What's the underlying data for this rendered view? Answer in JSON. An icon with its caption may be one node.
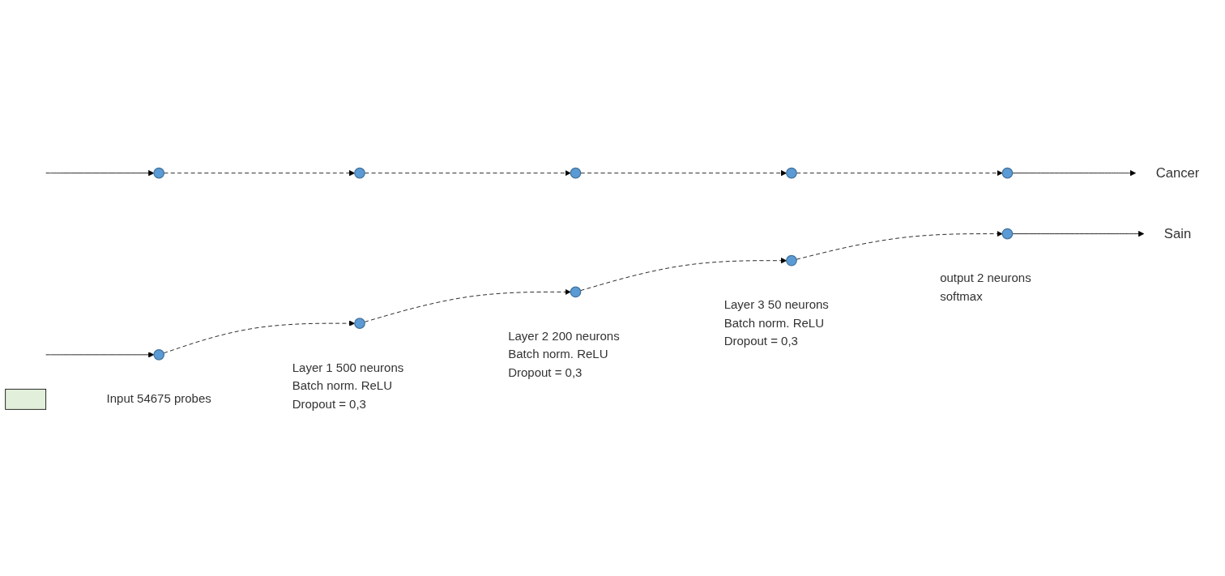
{
  "diagram": {
    "nodes": [
      {
        "text": [],
        "shape": "bar"
      },
      {
        "text": [],
        "shape": "circle"
      },
      {
        "text": [],
        "shape": "circle",
        "beside": [
          "Input 54675 probes"
        ]
      },
      {
        "text": [],
        "shape": "circle"
      },
      {
        "text": [],
        "shape": "circle",
        "beside": [
          "Layer 1 500 neurons Batch norm. ReLU Dropout = 0,3"
        ]
      },
      {
        "text": [],
        "shape": "circle"
      },
      {
        "text": [],
        "shape": "circle",
        "beside": [
          "Layer 2 200 neurons Batch norm. ReLU Dropout = 0,3"
        ]
      },
      {
        "text": [],
        "shape": "circle"
      },
      {
        "text": [],
        "shape": "circle",
        "beside": [
          "Layer 3 50 neurons Batch norm. ReLU Dropout = 0,3"
        ]
      },
      {
        "text": [],
        "shape": "circle"
      },
      {
        "text": [],
        "shape": "circle",
        "beside": [
          "output 2 neurons softmax"
        ]
      },
      {
        "text": [
          "Cancer"
        ]
      },
      {
        "text": [
          "Sain"
        ]
      }
    ],
    "edges": [
      {
        "from": null,
        "to": 1,
        "arrow": "to"
      },
      {
        "from": null,
        "to": 2,
        "arrow": "to"
      },
      {
        "from": 1,
        "to": 3,
        "arrow": "to",
        "style": "dashed"
      },
      {
        "from": 2,
        "to": 4,
        "arrow": "to",
        "style": "dashed"
      },
      {
        "from": 3,
        "to": 5,
        "arrow": "to",
        "style": "dashed"
      },
      {
        "from": 4,
        "to": 6,
        "arrow": "to",
        "style": "dashed"
      },
      {
        "from": 5,
        "to": 7,
        "arrow": "to",
        "style": "dashed"
      },
      {
        "from": 6,
        "to": 8,
        "arrow": "to",
        "style": "dashed"
      },
      {
        "from": 7,
        "to": 9,
        "arrow": "to",
        "style": "dashed"
      },
      {
        "from": 8,
        "to": 10,
        "arrow": "to",
        "style": "dashed"
      },
      {
        "from": 9,
        "to": 11,
        "arrow": "to"
      },
      {
        "from": 10,
        "to": 12,
        "arrow": "to"
      }
    ]
  }
}
